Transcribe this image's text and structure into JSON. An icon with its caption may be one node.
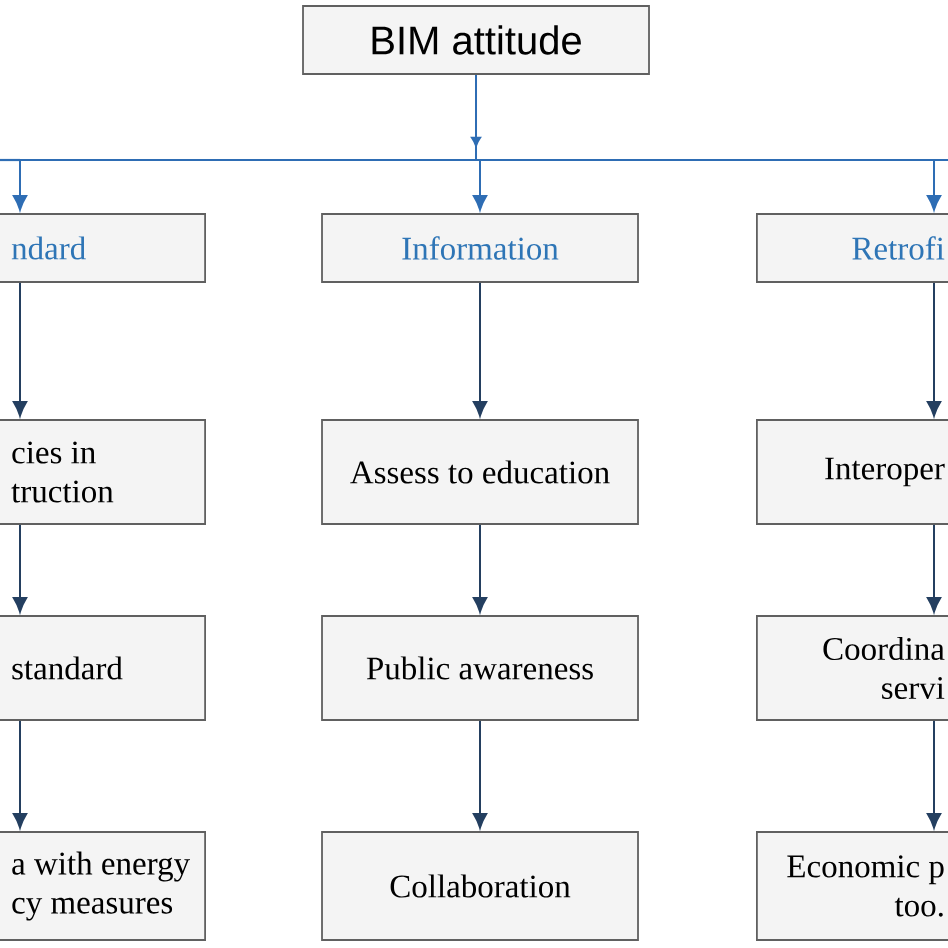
{
  "diagram": {
    "nodes": [
      {
        "text": [
          "BIM attitude"
        ]
      },
      {
        "text": [
          "ndard"
        ]
      },
      {
        "text": [
          "Information"
        ]
      },
      {
        "text": [
          "Retrofi"
        ]
      },
      {
        "text": [
          "cies in truction"
        ]
      },
      {
        "text": [
          "Assess to education"
        ]
      },
      {
        "text": [
          "Interoper"
        ]
      },
      {
        "text": [
          "standard"
        ]
      },
      {
        "text": [
          "Public awareness"
        ]
      },
      {
        "text": [
          "Coordina servi"
        ]
      },
      {
        "text": [
          "a with energy cy measures"
        ]
      },
      {
        "text": [
          "Collaboration"
        ]
      },
      {
        "text": [
          "Economic p too."
        ]
      }
    ],
    "edges": [
      {
        "from": 0,
        "to": 1,
        "arrow": "to",
        "color": "#2e6db4"
      },
      {
        "from": 0,
        "to": 2,
        "arrow": "to",
        "color": "#2e6db4"
      },
      {
        "from": 0,
        "to": 3,
        "arrow": "to",
        "color": "#2e6db4"
      },
      {
        "from": 1,
        "to": 4,
        "arrow": "to"
      },
      {
        "from": 4,
        "to": 7,
        "arrow": "to"
      },
      {
        "from": 7,
        "to": 10,
        "arrow": "to"
      },
      {
        "from": 2,
        "to": 5,
        "arrow": "to"
      },
      {
        "from": 5,
        "to": 8,
        "arrow": "to"
      },
      {
        "from": 8,
        "to": 11,
        "arrow": "to"
      },
      {
        "from": 3,
        "to": 6,
        "arrow": "to"
      },
      {
        "from": 6,
        "to": 9,
        "arrow": "to"
      },
      {
        "from": 9,
        "to": 12,
        "arrow": "to"
      }
    ]
  }
}
